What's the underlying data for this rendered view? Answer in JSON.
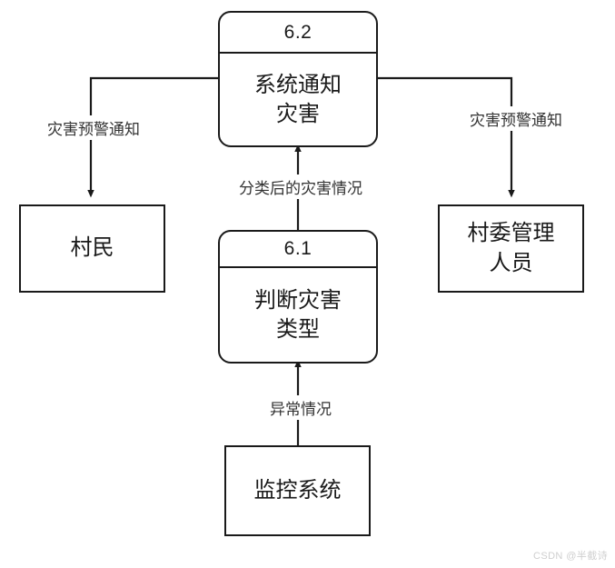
{
  "diagram": {
    "type": "data-flow-diagram",
    "title": "",
    "processes": [
      {
        "id": "6.2",
        "label": "系统通知\n灾害",
        "label_line1": "系统通知",
        "label_line2": "灾害"
      },
      {
        "id": "6.1",
        "label": "判断灾害\n类型",
        "label_line1": "判断灾害",
        "label_line2": "类型"
      }
    ],
    "entities": [
      {
        "name": "villager",
        "label": "村民"
      },
      {
        "name": "village-committee-staff",
        "label_line1": "村委管理",
        "label_line2": "人员"
      },
      {
        "name": "monitoring-system",
        "label": "监控系统"
      }
    ],
    "flows": [
      {
        "name": "alert-to-villager",
        "label": "灾害预警通知",
        "from": "6.2",
        "to": "村民"
      },
      {
        "name": "alert-to-committee",
        "label": "灾害预警通知",
        "from": "6.2",
        "to": "村委管理人员"
      },
      {
        "name": "classified-disaster",
        "label": "分类后的灾害情况",
        "from": "6.1",
        "to": "6.2"
      },
      {
        "name": "abnormal-condition",
        "label": "异常情况",
        "from": "监控系统",
        "to": "6.1"
      }
    ]
  },
  "watermark": {
    "text": "CSDN @半截诗"
  },
  "colors": {
    "stroke": "#1a1a1a",
    "background": "#ffffff",
    "label_text": "#333333",
    "watermark": "#cfcfcf"
  }
}
